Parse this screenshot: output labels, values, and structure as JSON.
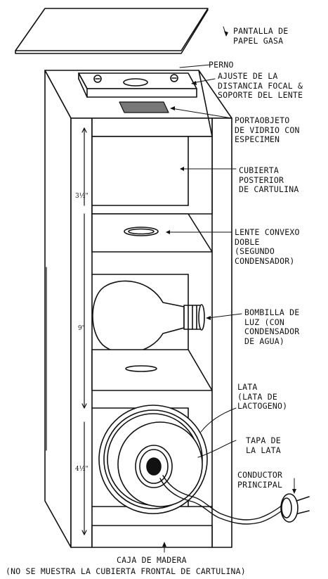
{
  "labels": {
    "pantalla": "PANTALLA DE\nPAPEL GASA",
    "perno": "PERNO",
    "ajuste": "AJUSTE DE LA\nDISTANCIA FOCAL &\nSOPORTE DEL LENTE",
    "portaobjeto": "PORTAOBJETO\nDE VIDRIO CON\nESPECIMEN",
    "cubierta": "CUBIERTA\nPOSTERIOR\nDE CARTULINA",
    "lente": "LENTE CONVEXO\nDOBLE\n(SEGUNDO\nCONDENSADOR)",
    "bombilla": "BOMBILLA DE\nLUZ (CON\nCONDENSADOR\nDE AGUA)",
    "lata": "LATA\n(LATA DE\nLACTOGENO)",
    "tapa": "TAPA DE\nLA LATA",
    "conductor": "CONDUCTOR\nPRINCIPAL",
    "caja": "CAJA DE MADERA",
    "nota": "(NO SE MUESTRA LA CUBIERTA FRONTAL DE CARTULINA)"
  },
  "measurements": {
    "top": "3½\"",
    "middle": "9\"",
    "bottom": "4½\""
  }
}
